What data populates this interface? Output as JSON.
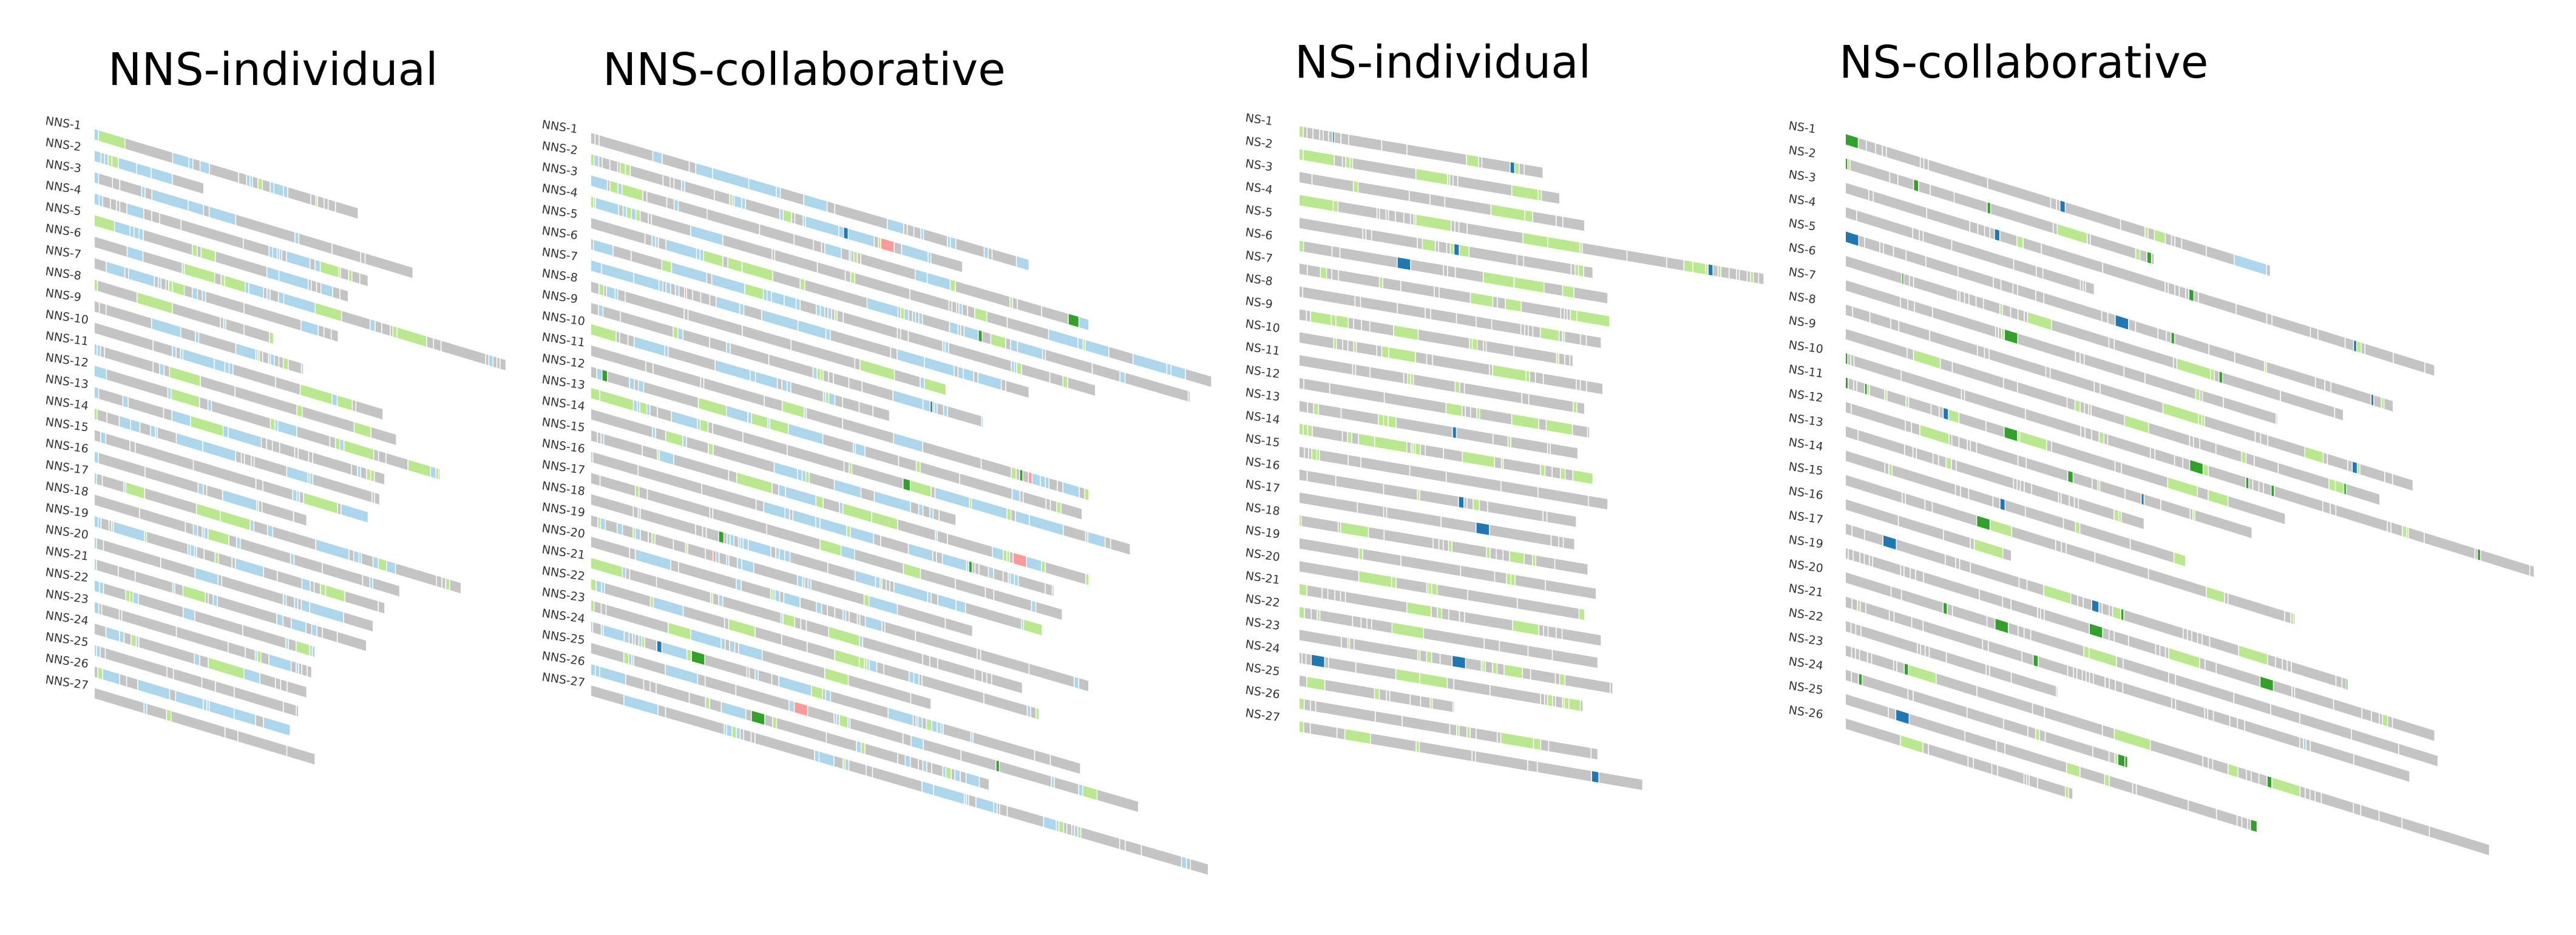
{
  "colors": {
    "gray": "#c4c4c4",
    "light_blue": "#acd6ec",
    "light_green": "#b9e88f",
    "dark_green": "#33a02c",
    "dark_blue": "#1f78b4",
    "salmon": "#fb9a99"
  },
  "chart_data": [
    {
      "type": "sequence-bars",
      "title": "NNS-individual",
      "labels": [
        "NNS-1",
        "NNS-2",
        "NNS-3",
        "NNS-4",
        "NNS-5",
        "NNS-6",
        "NNS-7",
        "NNS-8",
        "NNS-9",
        "NNS-10",
        "NNS-11",
        "NNS-12",
        "NNS-13",
        "NNS-14",
        "NNS-15",
        "NNS-16",
        "NNS-17",
        "NNS-18",
        "NNS-19",
        "NNS-20",
        "NNS-21",
        "NNS-22",
        "NNS-23",
        "NNS-24",
        "NNS-25",
        "NNS-26",
        "NNS-27"
      ],
      "lengths": [
        159,
        66,
        192,
        165,
        153,
        248,
        147,
        108,
        126,
        174,
        182,
        208,
        175,
        172,
        165,
        128,
        221,
        184,
        175,
        168,
        164,
        133,
        131,
        128,
        123,
        118,
        133
      ],
      "color_mix": {
        "gray": 0.55,
        "light_blue": 0.33,
        "light_green": 0.12
      }
    },
    {
      "type": "sequence-bars",
      "title": "NNS-collaborative",
      "labels": [
        "NNS-1",
        "NNS-2",
        "NNS-3",
        "NNS-4",
        "NNS-5",
        "NNS-6",
        "NNS-7",
        "NNS-8",
        "NNS-9",
        "NNS-10",
        "NNS-11",
        "NNS-12",
        "NNS-13",
        "NNS-14",
        "NNS-15",
        "NNS-16",
        "NNS-17",
        "NNS-18",
        "NNS-19",
        "NNS-20",
        "NNS-21",
        "NNS-22",
        "NNS-23",
        "NNS-24",
        "NNS-25",
        "NNS-26",
        "NNS-27"
      ],
      "lengths": [
        264,
        224,
        300,
        374,
        361,
        304,
        264,
        214,
        236,
        180,
        300,
        296,
        325,
        220,
        300,
        279,
        284,
        272,
        230,
        300,
        260,
        270,
        205,
        295,
        330,
        240,
        372
      ],
      "color_mix": {
        "gray": 0.52,
        "light_blue": 0.33,
        "light_green": 0.12,
        "dark_green": 0.015,
        "dark_blue": 0.005,
        "salmon": 0.01
      }
    },
    {
      "type": "sequence-bars",
      "title": "NS-individual",
      "labels": [
        "NS-1",
        "NS-2",
        "NS-3",
        "NS-4",
        "NS-5",
        "NS-6",
        "NS-7",
        "NS-8",
        "NS-9",
        "NS-10",
        "NS-11",
        "NS-12",
        "NS-13",
        "NS-14",
        "NS-15",
        "NS-16",
        "NS-17",
        "NS-18",
        "NS-19",
        "NS-20",
        "NS-21",
        "NS-22",
        "NS-23",
        "NS-24",
        "NS-25",
        "NS-26",
        "NS-27"
      ],
      "lengths": [
        147,
        157,
        172,
        280,
        177,
        186,
        187,
        182,
        165,
        183,
        172,
        175,
        168,
        177,
        186,
        167,
        166,
        174,
        179,
        172,
        182,
        180,
        189,
        171,
        93,
        180,
        207
      ],
      "color_mix": {
        "gray": 0.7,
        "light_green": 0.28,
        "dark_blue": 0.02
      }
    },
    {
      "type": "sequence-bars",
      "title": "NS-collaborative",
      "labels": [
        "NS-1",
        "NS-2",
        "NS-3",
        "NS-4",
        "NS-5",
        "NS-6",
        "NS-7",
        "NS-8",
        "NS-9",
        "NS-10",
        "NS-11",
        "NS-12",
        "NS-13",
        "NS-14",
        "NS-15",
        "NS-16",
        "NS-17",
        "NS-19",
        "NS-20",
        "NS-21",
        "NS-22",
        "NS-23",
        "NS-24",
        "NS-25",
        "NS-26"
      ],
      "lengths": [
        256,
        186,
        355,
        150,
        330,
        300,
        260,
        342,
        322,
        415,
        265,
        245,
        180,
        205,
        270,
        100,
        302,
        355,
        357,
        340,
        128,
        388,
        170,
        248,
        137
      ],
      "color_mix": {
        "gray": 0.8,
        "light_green": 0.13,
        "dark_green": 0.045,
        "dark_blue": 0.02,
        "light_blue": 0.005
      }
    }
  ]
}
